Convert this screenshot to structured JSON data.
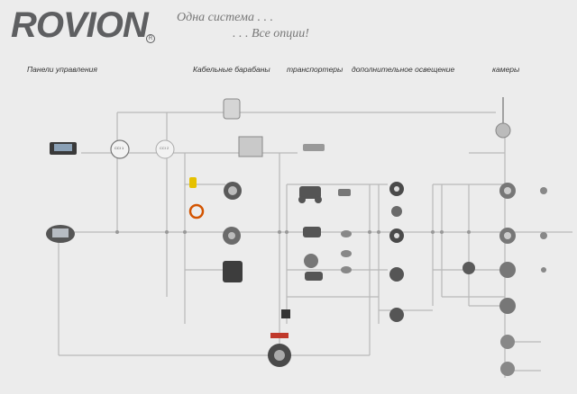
{
  "brand": {
    "name": "ROVION",
    "reg": "R"
  },
  "taglines": [
    "Одна система . . .",
    ". . . Все опции!"
  ],
  "categories": {
    "panels": "Панели управления",
    "drums": "Кабельные барабаны",
    "transporters": "транспортеры",
    "lighting": "дополнительное освещение",
    "cameras": "камеры"
  },
  "nodes": {
    "cci1": "CCI 1",
    "cci2": "CCI 2"
  },
  "colors": {
    "background": "#ececec",
    "line": "#b8b8b8",
    "dark_line": "#7a7a7a",
    "logo": "#5e5f61",
    "accent_red": "#c0392b"
  }
}
